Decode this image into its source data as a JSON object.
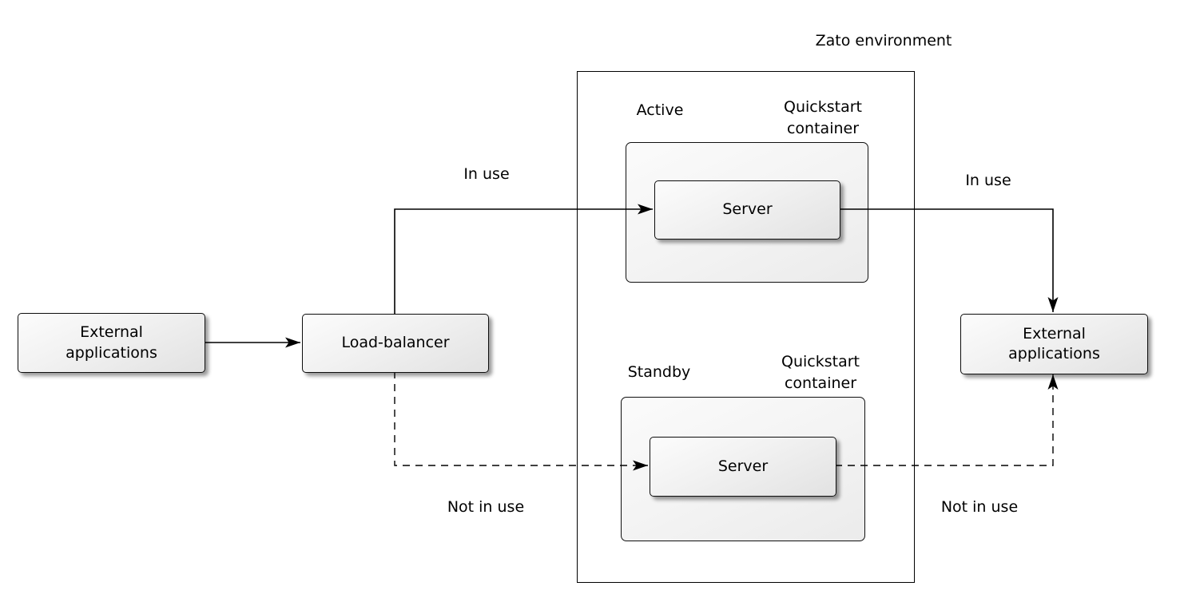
{
  "title": "Zato environment",
  "colors": {
    "background": "#ffffff",
    "line": "#000000",
    "box_border": "#0d0d0d",
    "box_fill_light": "#fcfcfc",
    "box_fill_dark": "#e2e2e2",
    "container_fill_light": "#fbfbfb",
    "container_fill_dark": "#ebebeb",
    "text": "#000000"
  },
  "nodes": {
    "external_apps_left": "External\napplications",
    "load_balancer": "Load-balancer",
    "active_server": "Server",
    "standby_server": "Server",
    "external_apps_right": "External\napplications"
  },
  "containers": {
    "active": {
      "state": "Active",
      "type": "Quickstart\ncontainer"
    },
    "standby": {
      "state": "Standby",
      "type": "Quickstart\ncontainer"
    }
  },
  "edge_labels": {
    "in_use_left": "In use",
    "in_use_right": "In use",
    "not_in_use_left": "Not in use",
    "not_in_use_right": "Not in use"
  }
}
